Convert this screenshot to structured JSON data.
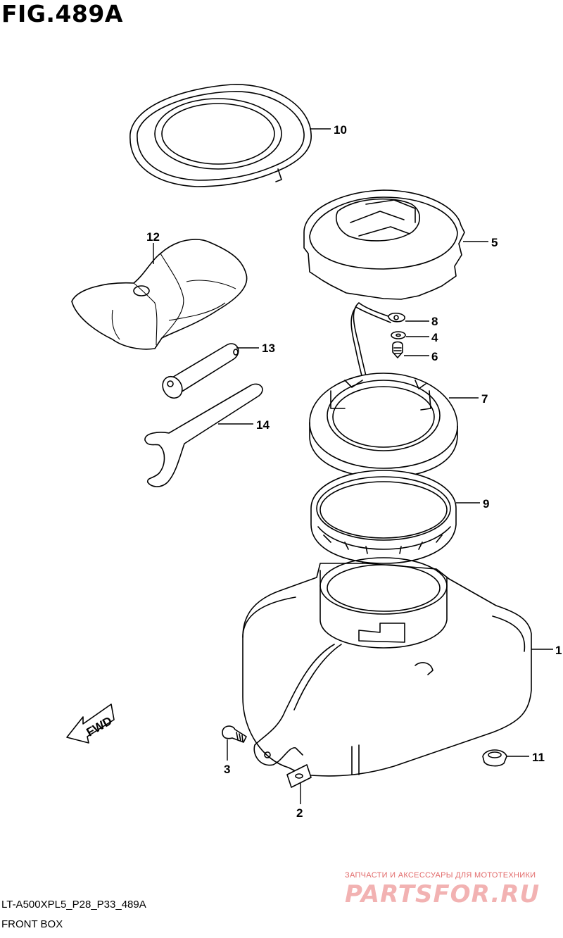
{
  "title": "FIG.489A",
  "callouts": [
    {
      "num": "10",
      "part": "lid gasket ring"
    },
    {
      "num": "12",
      "part": "tool bag"
    },
    {
      "num": "5",
      "part": "cap"
    },
    {
      "num": "8",
      "part": "strap end"
    },
    {
      "num": "4",
      "part": "washer"
    },
    {
      "num": "6",
      "part": "screw"
    },
    {
      "num": "13",
      "part": "tool"
    },
    {
      "num": "7",
      "part": "ring"
    },
    {
      "num": "14",
      "part": "spanner"
    },
    {
      "num": "9",
      "part": "ring"
    },
    {
      "num": "1",
      "part": "front box"
    },
    {
      "num": "11",
      "part": "grommet"
    },
    {
      "num": "3",
      "part": "bolt"
    },
    {
      "num": "2",
      "part": "nut"
    }
  ],
  "fwd_label": "FWD",
  "model_code": "LT-A500XPL5_P28_P33_489A",
  "caption": "FRONT BOX",
  "watermark": {
    "subtitle": "ЗАПЧАСТИ И АКСЕССУАРЫ ДЛЯ МОТОТЕХНИКИ",
    "brand": "PARTSFOR.RU"
  }
}
